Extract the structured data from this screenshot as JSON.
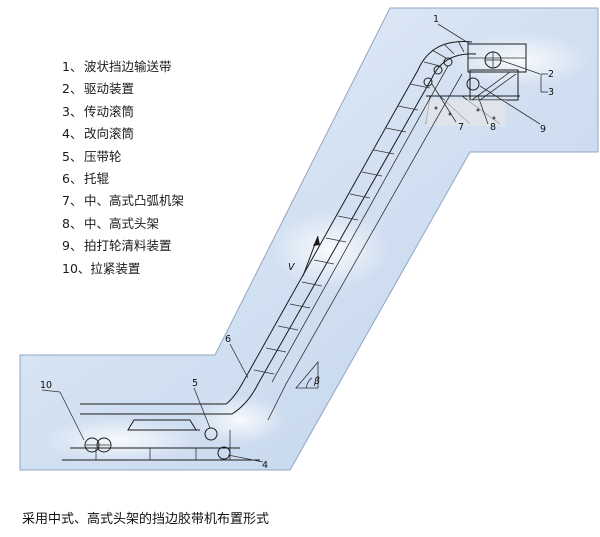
{
  "legend": [
    {
      "num": "1、",
      "text": "波状挡边输送带"
    },
    {
      "num": "2、",
      "text": "驱动装置"
    },
    {
      "num": "3、",
      "text": "传动滚筒"
    },
    {
      "num": "4、",
      "text": "改向滚筒"
    },
    {
      "num": "5、",
      "text": "压带轮"
    },
    {
      "num": "6、",
      "text": "托辊"
    },
    {
      "num": "7、",
      "text": "中、高式凸弧机架"
    },
    {
      "num": "8、",
      "text": "中、高式头架"
    },
    {
      "num": "9、",
      "text": "拍打轮清料装置"
    },
    {
      "num": "10、",
      "text": "拉紧装置"
    }
  ],
  "callouts": {
    "c1": "1",
    "c2": "2",
    "c3": "3",
    "c4": "4",
    "c5": "5",
    "c6": "6",
    "c7": "7",
    "c8": "8",
    "c9": "9",
    "c10": "10"
  },
  "symbols": {
    "velocity": "V",
    "angle": "β"
  },
  "caption": "采用中式、高式头架的挡边胶带机布置形式",
  "colors": {
    "sky_light": "#e9f1fb",
    "sky_mid": "#cddcf0",
    "sky_deep": "#b7cbe6",
    "line": "#1b1b1b"
  }
}
